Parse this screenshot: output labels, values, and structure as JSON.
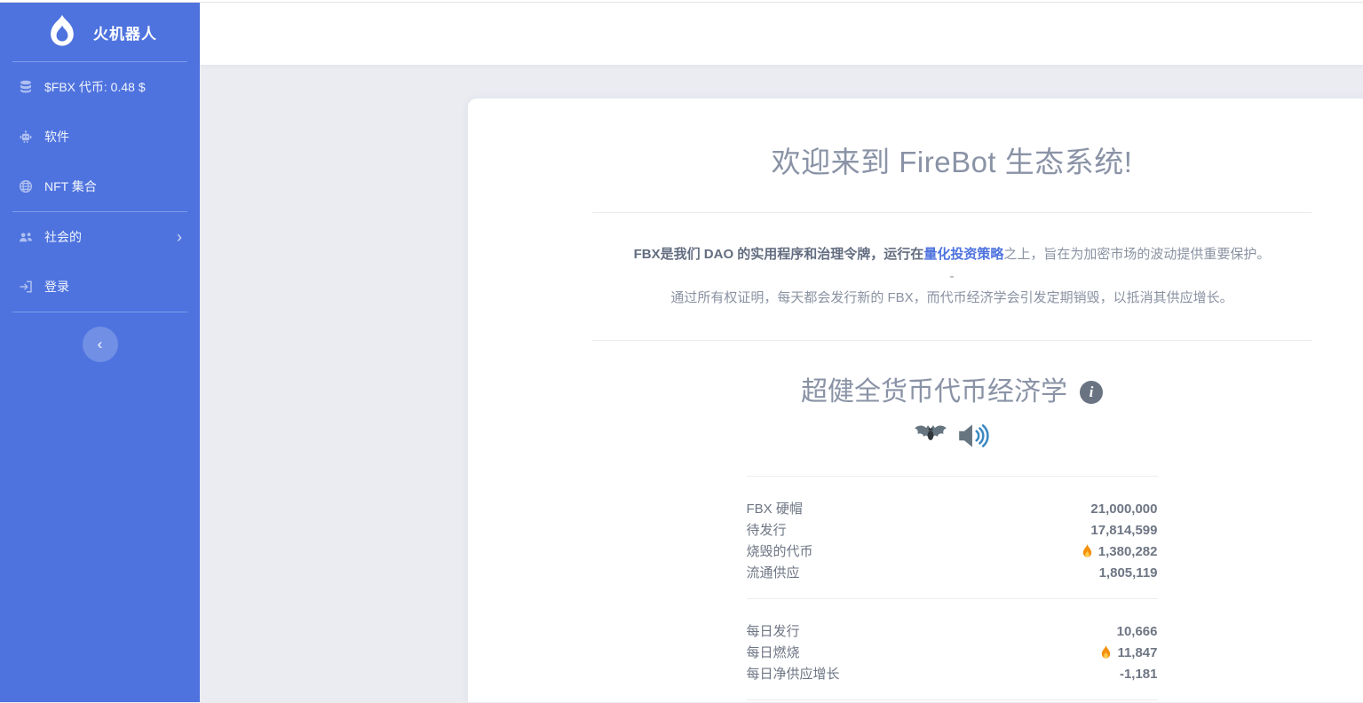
{
  "sidebar": {
    "brand": "火机器人",
    "items": [
      {
        "label": "$FBX 代币: 0.48 $",
        "icon": "coins-icon"
      },
      {
        "label": "软件",
        "icon": "robot-icon"
      },
      {
        "label": "NFT 集合",
        "icon": "nft-collection-icon"
      },
      {
        "label": "社会的",
        "icon": "users-icon",
        "chevron": "›"
      },
      {
        "label": "登录",
        "icon": "sign-in-icon"
      }
    ],
    "collapse_chevron": "‹"
  },
  "main": {
    "welcome_title": "欢迎来到 FireBot 生态系统!",
    "intro": {
      "bold_text": "FBX是我们 DAO 的实用程序和治理令牌，运行在",
      "link_text": "量化投资策略",
      "after_link": "之上，旨在为加密市场的波动提供重要保护。",
      "separator": "-",
      "second_line": "通过所有权证明，每天都会发行新的 FBX，而代币经济学会引发定期销毁，以抵消其供应增长。"
    },
    "tokenomics": {
      "title": "超健全货币代币经济学",
      "emojis": [
        "bat-emoji",
        "speaker-emoji"
      ],
      "supply_rows": [
        {
          "label": "FBX 硬帽",
          "value": "21,000,000"
        },
        {
          "label": "待发行",
          "value": "17,814,599"
        },
        {
          "label": "烧毁的代币",
          "value": "1,380,282",
          "icon": "flame-emoji"
        },
        {
          "label": "流通供应",
          "value": "1,805,119"
        }
      ],
      "daily_rows": [
        {
          "label": "每日发行",
          "value": "10,666"
        },
        {
          "label": "每日燃烧",
          "value": "11,847",
          "icon": "flame-emoji"
        },
        {
          "label": "每日净供应增长",
          "value": "-1,181"
        }
      ]
    }
  },
  "colors": {
    "sidebar_blue": "#4e73df",
    "link_blue": "#4e73df",
    "flame_orange": "#f4900c",
    "page_background": "#eaecf2",
    "heading_gray": "#8a93a6",
    "value_gray": "#6e7684"
  }
}
